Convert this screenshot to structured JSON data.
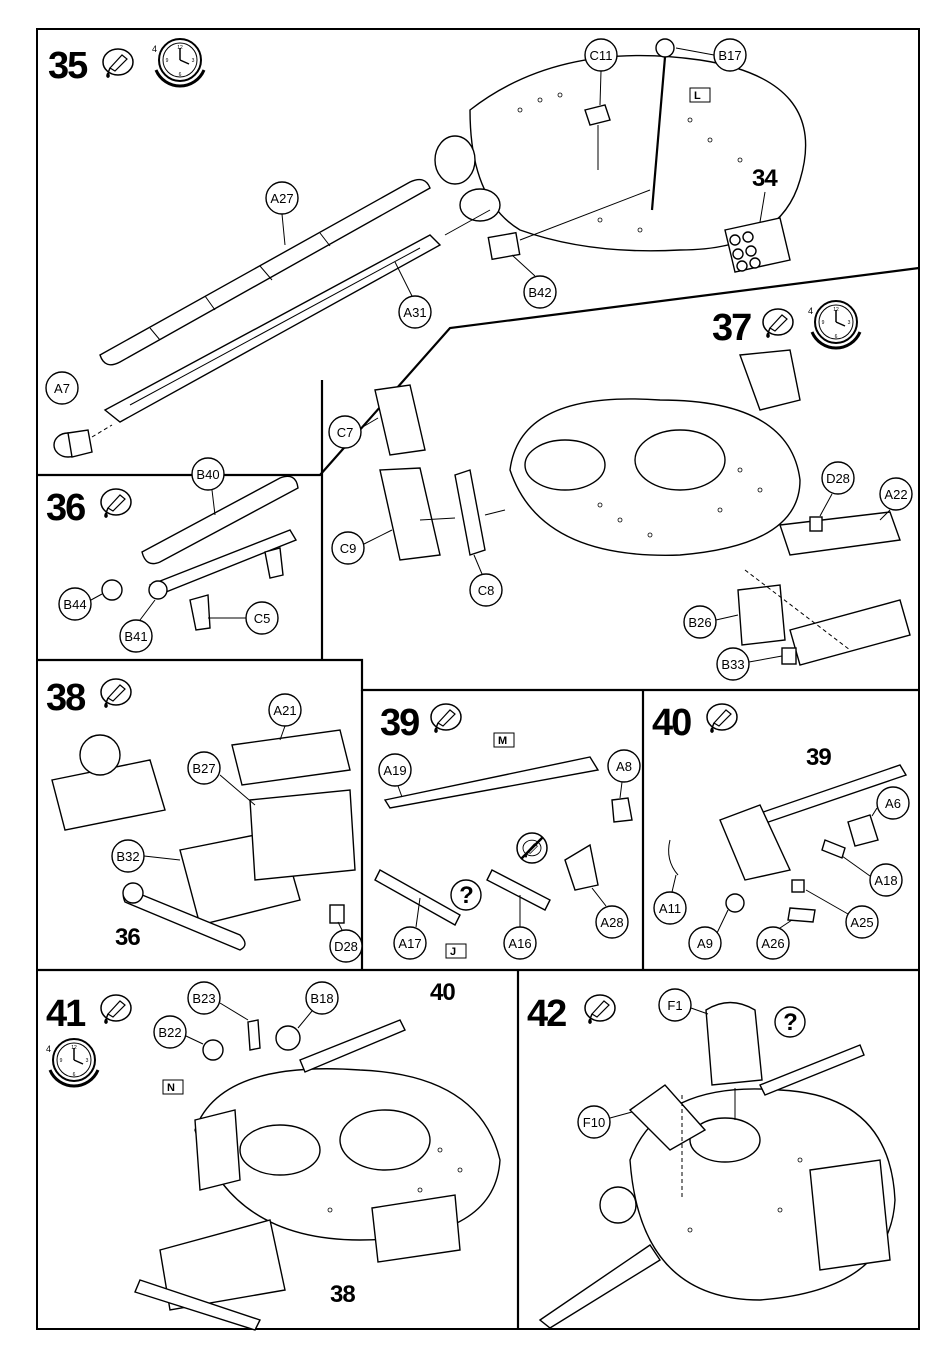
{
  "steps": {
    "s35": {
      "number": "35",
      "parts": [
        "A27",
        "A31",
        "A7",
        "C11",
        "B17",
        "B42"
      ],
      "flag": "L",
      "subassembly": "34"
    },
    "s36": {
      "number": "36",
      "parts": [
        "B40",
        "B44",
        "B41",
        "C5"
      ]
    },
    "s37": {
      "number": "37",
      "parts": [
        "C7",
        "C9",
        "C8",
        "D28",
        "A22",
        "B26",
        "B33"
      ]
    },
    "s38": {
      "number": "38",
      "parts": [
        "A21",
        "B27",
        "B32",
        "D28"
      ],
      "subassembly": "36"
    },
    "s39": {
      "number": "39",
      "parts": [
        "A19",
        "A8",
        "A17",
        "A16",
        "A28"
      ],
      "flags": [
        "M",
        "J"
      ],
      "question": "?"
    },
    "s40": {
      "number": "40",
      "parts": [
        "A6",
        "A18",
        "A11",
        "A9",
        "A26",
        "A25"
      ],
      "subassembly": "39"
    },
    "s41": {
      "number": "41",
      "parts": [
        "B23",
        "B18",
        "B22"
      ],
      "flag": "N",
      "subassemblies": [
        "40",
        "38"
      ]
    },
    "s42": {
      "number": "42",
      "parts": [
        "F1",
        "F10"
      ],
      "question": "?"
    }
  },
  "icons": [
    "glue-tube-icon",
    "clock-icon",
    "no-glue-icon"
  ],
  "colors": {
    "ink": "#000000",
    "paper": "#ffffff"
  }
}
